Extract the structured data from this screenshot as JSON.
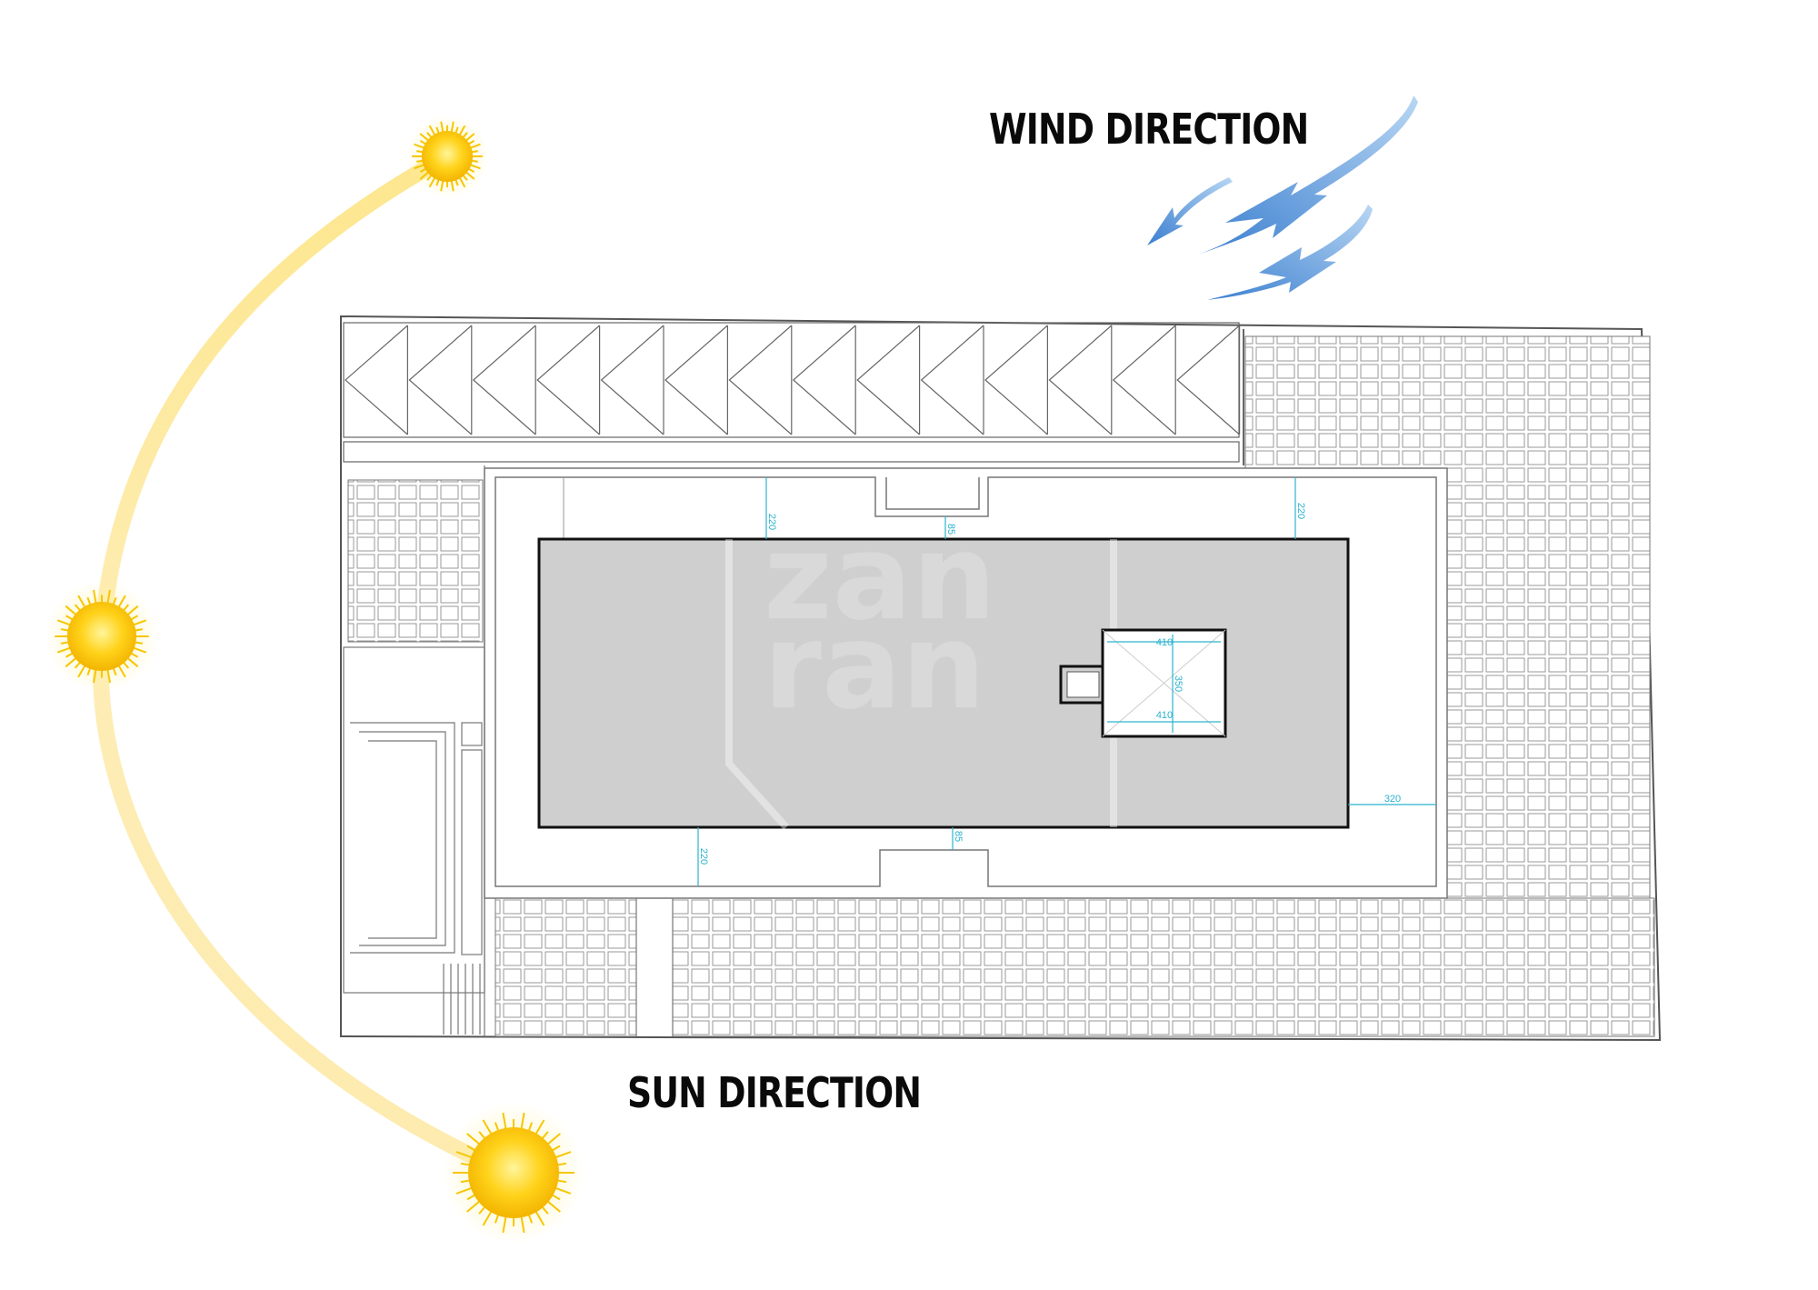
{
  "labels": {
    "wind_direction": "WIND DIRECTION",
    "sun_direction": "SUN DIRECTION"
  },
  "watermark": {
    "line1": "zan",
    "line2": "ran"
  },
  "dimensions": {
    "top_left_setback": "220",
    "top_notch": "85",
    "top_right_setback": "220",
    "right_setback": "320",
    "bottom_left_setback": "220",
    "bottom_notch": "85",
    "stair_top_width": "410",
    "stair_depth": "350",
    "stair_bottom_width": "410"
  },
  "colors": {
    "sun_core": "#ffd21a",
    "sun_glow": "#fff3a6",
    "sun_path": "#fde79a",
    "wind_arrow": "#5b95d6",
    "roof_fill": "#cfcfcf",
    "dimension_line": "#2bb3cf",
    "plan_lines": "#777777"
  },
  "icons": [
    "sun-icon",
    "wind-arrow-icon"
  ]
}
